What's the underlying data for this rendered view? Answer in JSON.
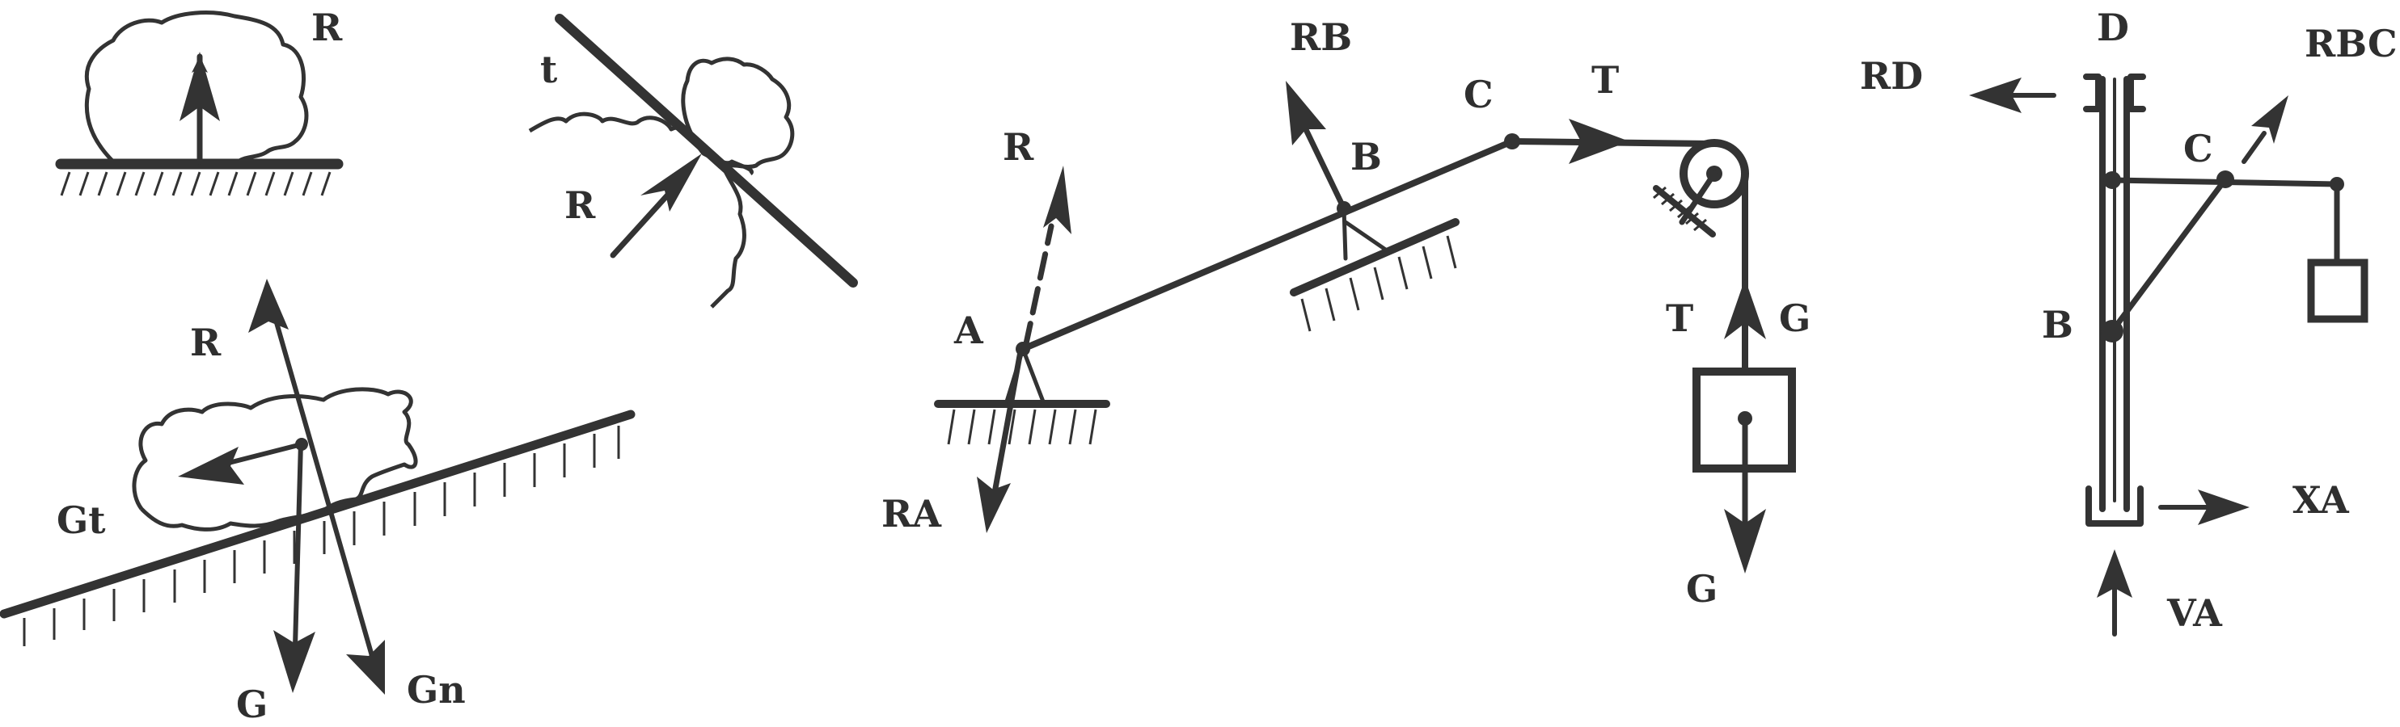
{
  "colors": {
    "ink": "#333333",
    "background": "#ffffff"
  },
  "fig1": {
    "label_R": "R"
  },
  "fig2": {
    "label_t": "t",
    "label_R": "R"
  },
  "fig3": {
    "label_R": "R",
    "label_Gt": "Gt",
    "label_G": "G",
    "label_Gn": "Gn"
  },
  "fig4": {
    "label_RB": "RB",
    "label_C": "C",
    "label_T": "T",
    "label_R": "R",
    "label_B": "B",
    "label_A": "A",
    "label_RA": "RA",
    "label_T2": "T",
    "label_G_up": "G",
    "label_G_down": "G"
  },
  "fig5": {
    "label_D": "D",
    "label_RD": "RD",
    "label_RBC": "RBC",
    "label_C": "C",
    "label_B": "B",
    "label_XA": "XA",
    "label_VA": "VA"
  }
}
